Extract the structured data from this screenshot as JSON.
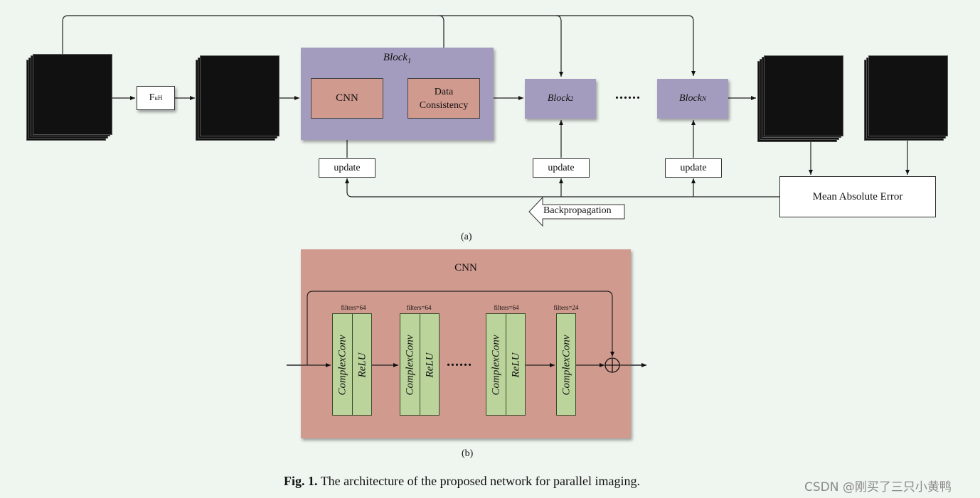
{
  "diagram_a": {
    "operator": "F",
    "operator_sub": "u",
    "operator_sup": "H",
    "block1_title": "Block",
    "block1_sub": "1",
    "cnn_label": "CNN",
    "dc_label_line1": "Data",
    "dc_label_line2": "Consistency",
    "block2_title": "Block",
    "block2_sub": "2",
    "blockn_title": "Block",
    "blockn_sub": "N",
    "ellipsis": "......",
    "update_label": "update",
    "mae_label": "Mean Absolute Error",
    "backprop_label": "Backpropagation",
    "sublabel": "(a)"
  },
  "diagram_b": {
    "title": "CNN",
    "layers": [
      {
        "filters": "filters=64",
        "conv": "ComplexConv",
        "relu": "ReLU"
      },
      {
        "filters": "filters=64",
        "conv": "ComplexConv",
        "relu": "ReLU"
      },
      {
        "filters": "filters=64",
        "conv": "ComplexConv",
        "relu": "ReLU"
      },
      {
        "filters": "filters=24",
        "conv": "ComplexConv"
      }
    ],
    "ellipsis": "......",
    "sublabel": "(b)"
  },
  "caption": {
    "prefix": "Fig. 1.",
    "text": "The architecture of the proposed network for parallel imaging."
  },
  "watermark": "CSDN @刚买了三只小黄鸭",
  "colors": {
    "background": "#eff5ef",
    "block_purple": "#a49cbe",
    "cnn_salmon": "#d19a8e",
    "layer_green": "#bad49b"
  }
}
